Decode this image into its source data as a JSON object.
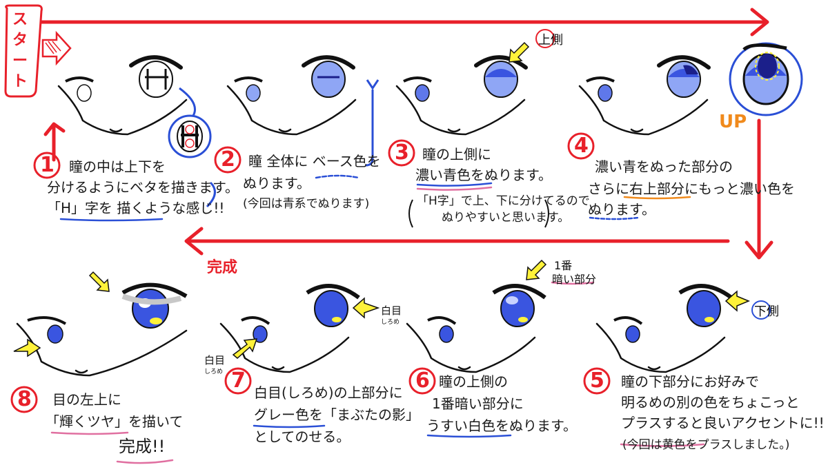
{
  "colors": {
    "red": "#e8202a",
    "blue": "#2a4fd6",
    "eye_dark": "#1b1f8a",
    "eye_mid": "#3a55e0",
    "eye_light": "#8fa6f5",
    "yellow": "#fff23a",
    "orange": "#f08a1c",
    "pink": "#e06fa0"
  },
  "labels": {
    "start": "スタート",
    "complete": "完成",
    "up": "UP",
    "side_top": "上側",
    "side_bottom": "下側",
    "darkest_1": "1番",
    "darkest_2": "暗い部分",
    "shiro_a": "白目",
    "shiro_b": "しろめ",
    "shiro_c": "白目",
    "shiro_d": "しろめ"
  },
  "steps": [
    {
      "num": "1",
      "lines": [
        "瞳の中は上下を",
        "分けるようにベタを描きます。",
        "「H」字を 描くような感じ!!"
      ]
    },
    {
      "num": "2",
      "lines": [
        "瞳 全体に ベース色を",
        "ぬります。",
        "(今回は青系でぬります)"
      ]
    },
    {
      "num": "3",
      "lines": [
        "瞳の上側に",
        "濃い青色をぬります。",
        "「H字」で上、下に分けてるので",
        "ぬりやすいと思います。"
      ]
    },
    {
      "num": "4",
      "lines": [
        "濃い青をぬった部分の",
        "さらに右上部分にもっと濃い色を",
        "ぬります。"
      ]
    },
    {
      "num": "5",
      "lines": [
        "瞳の下部分にお好みで",
        "明るめの別の色をちょこっと",
        "プラスすると良いアクセントに!!",
        "(今回は黄色をプラスしました。)"
      ]
    },
    {
      "num": "6",
      "lines": [
        "瞳の上側の",
        "1番暗い部分に",
        "うすい白色をぬります。"
      ]
    },
    {
      "num": "7",
      "lines": [
        "白目(しろめ)の上部分に",
        "グレー色を「まぶたの影」",
        "としてのせる。"
      ]
    },
    {
      "num": "8",
      "lines": [
        "目の左上に",
        "「輝くツヤ」を描いて",
        "完成!!"
      ]
    }
  ]
}
